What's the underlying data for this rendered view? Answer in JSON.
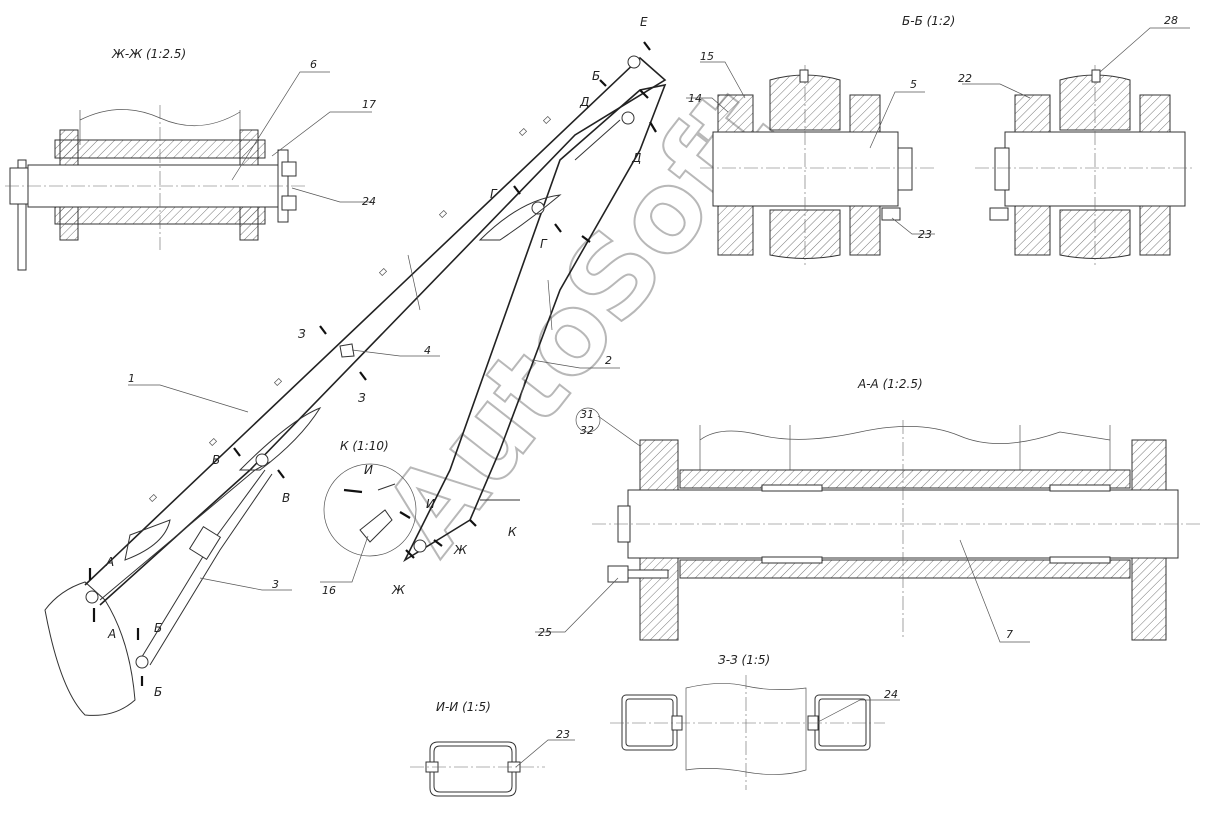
{
  "sections": {
    "zh": "Ж-Ж (1:2.5)",
    "b": "Б-Б (1:2)",
    "a": "А-А (1:2.5)",
    "k": "К (1:10)",
    "i": "И-И (1:5)",
    "z": "З-З (1:5)"
  },
  "callouts": [
    "1",
    "2",
    "3",
    "4",
    "5",
    "6",
    "7",
    "14",
    "15",
    "16",
    "17",
    "22",
    "23",
    "23",
    "24",
    "24",
    "25",
    "28",
    "31",
    "32"
  ],
  "cut_letters": [
    "Е",
    "Б",
    "Д",
    "Д",
    "Г",
    "Г",
    "З",
    "З",
    "В",
    "В",
    "А",
    "А",
    "Б",
    "Б",
    "И",
    "И",
    "К",
    "Ж",
    "Ж"
  ],
  "watermark": "AutoSoft"
}
